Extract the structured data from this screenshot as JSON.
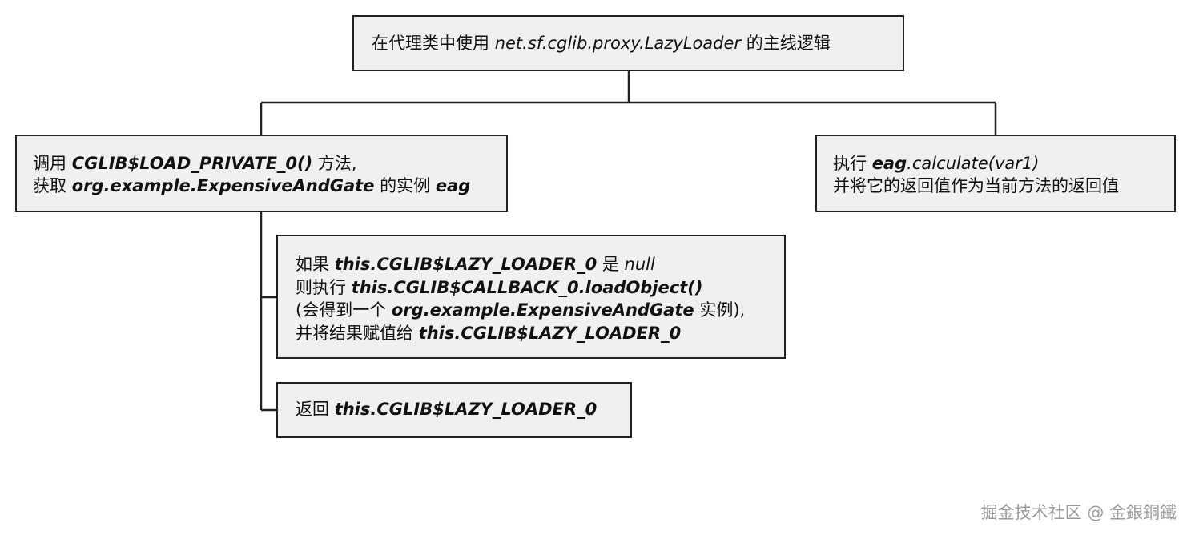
{
  "root": {
    "prefix": "在代理类中使用 ",
    "class_name": "net.sf.cglib.proxy.LazyLoader",
    "suffix": " 的主线逻辑"
  },
  "branch_left": {
    "line1_prefix": "调用 ",
    "line1_method": "CGLIB$LOAD_PRIVATE_0()",
    "line1_suffix": " 方法,",
    "line2_prefix": "获取 ",
    "line2_class": "org.example.ExpensiveAndGate",
    "line2_mid": " 的实例 ",
    "line2_var": "eag"
  },
  "branch_right": {
    "line1_prefix": "执行 ",
    "line1_var": "eag",
    "line1_call": ".calculate(var1)",
    "line2": "并将它的返回值作为当前方法的返回值"
  },
  "child_one": {
    "line1_prefix": "如果 ",
    "line1_field": "this.CGLIB$LAZY_LOADER_0",
    "line1_mid": " 是 ",
    "line1_null": "null",
    "line2_prefix": "则执行 ",
    "line2_call": "this.CGLIB$CALLBACK_0.loadObject()",
    "line3_prefix": "(会得到一个 ",
    "line3_class": "org.example.ExpensiveAndGate",
    "line3_suffix": " 实例),",
    "line4_prefix": "并将结果赋值给 ",
    "line4_field": "this.CGLIB$LAZY_LOADER_0"
  },
  "child_two": {
    "prefix": "返回 ",
    "field": "this.CGLIB$LAZY_LOADER_0"
  },
  "watermark": "掘金技术社区 @ 金銀銅鐵",
  "colors": {
    "box_fill": "#f0f0f0",
    "border": "#222222",
    "watermark": "#9a9a9a"
  }
}
